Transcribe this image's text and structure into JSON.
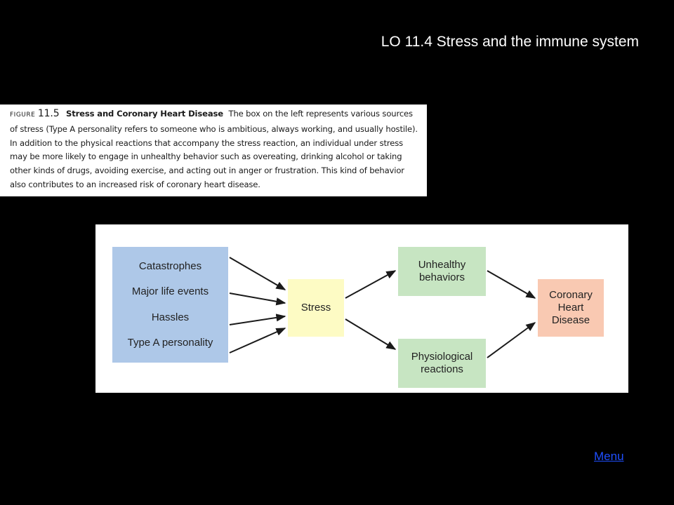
{
  "slide": {
    "title": "LO 11.4 Stress and the immune system"
  },
  "caption": {
    "figure_word": "FIGURE",
    "figure_number": "11.5",
    "figure_title": "Stress and Coronary Heart Disease",
    "body": "The box on the left represents various sources of stress (Type A personality refers to someone who is ambitious, always working, and usually hostile). In addition to the physical reactions that accompany the stress reaction, an individual under stress may be more likely to engage in unhealthy behavior such as overeating, drinking alcohol or taking other kinds of drugs, avoiding exercise, and acting out in anger or frustration. This kind of behavior also contributes to an increased risk of coronary heart disease."
  },
  "diagram": {
    "sources": [
      "Catastrophes",
      "Major life events",
      "Hassles",
      "Type A personality"
    ],
    "stress": "Stress",
    "unhealthy": [
      "Unhealthy",
      "behaviors"
    ],
    "physiological": [
      "Physiological",
      "reactions"
    ],
    "outcome": [
      "Coronary",
      "Heart",
      "Disease"
    ],
    "colors": {
      "sources_fill": "#aec8e8",
      "stress_fill": "#fdfbc4",
      "pathway_fill": "#c7e5c2",
      "outcome_fill": "#f9c9b2",
      "arrow": "#1a1a1a"
    }
  },
  "nav": {
    "menu_label": "Menu"
  }
}
